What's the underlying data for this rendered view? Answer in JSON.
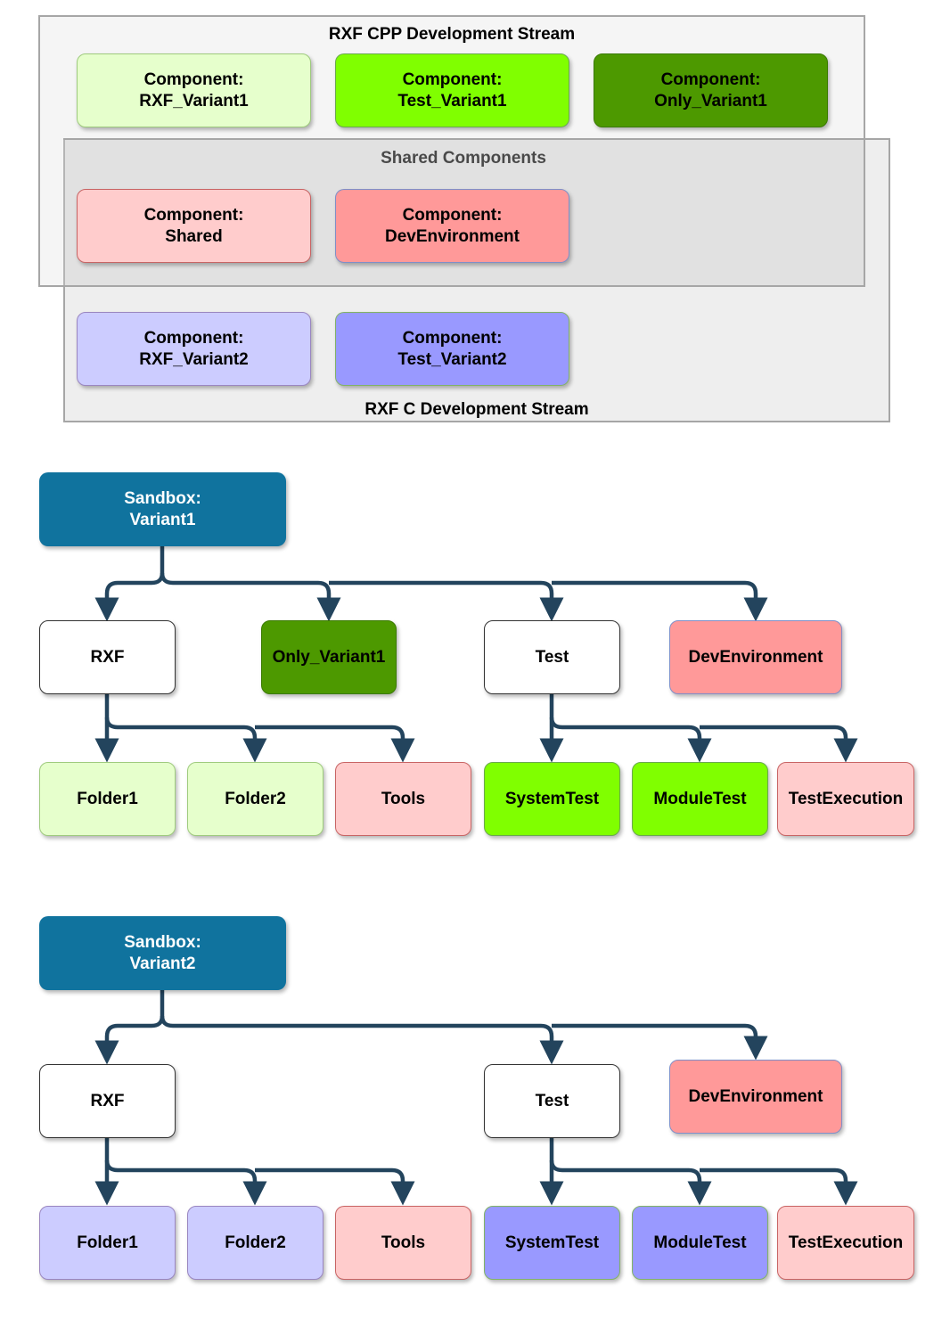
{
  "colors": {
    "light_green": "#e6ffcc",
    "bright_green": "#80ff00",
    "dark_green": "#4d9900",
    "light_red": "#ffcccc",
    "red": "#ff9999",
    "light_blue": "#ccccff",
    "blue": "#9999ff",
    "white": "#ffffff",
    "sandbox_blue": "#10739e",
    "arrow": "#23445d"
  },
  "streams": {
    "cpp_title": "RXF CPP Development Stream",
    "shared_title": "Shared Components",
    "c_title": "RXF C Development Stream"
  },
  "components": [
    {
      "prefix": "Component:",
      "name": "RXF_Variant1"
    },
    {
      "prefix": "Component:",
      "name": "Test_Variant1"
    },
    {
      "prefix": "Component:",
      "name": "Only_Variant1"
    },
    {
      "prefix": "Component:",
      "name": "Shared"
    },
    {
      "prefix": "Component:",
      "name": "DevEnvironment"
    },
    {
      "prefix": "Component:",
      "name": "RXF_Variant2"
    },
    {
      "prefix": "Component:",
      "name": "Test_Variant2"
    }
  ],
  "sandbox1": {
    "prefix": "Sandbox:",
    "name": "Variant1",
    "level1": [
      "RXF",
      "Only_Variant1",
      "Test",
      "DevEnvironment"
    ],
    "rxf_children": [
      "Folder1",
      "Folder2",
      "Tools"
    ],
    "test_children": [
      "SystemTest",
      "ModuleTest",
      "TestExecution"
    ]
  },
  "sandbox2": {
    "prefix": "Sandbox:",
    "name": "Variant2",
    "level1": [
      "RXF",
      "Test",
      "DevEnvironment"
    ],
    "rxf_children": [
      "Folder1",
      "Folder2",
      "Tools"
    ],
    "test_children": [
      "SystemTest",
      "ModuleTest",
      "TestExecution"
    ]
  }
}
